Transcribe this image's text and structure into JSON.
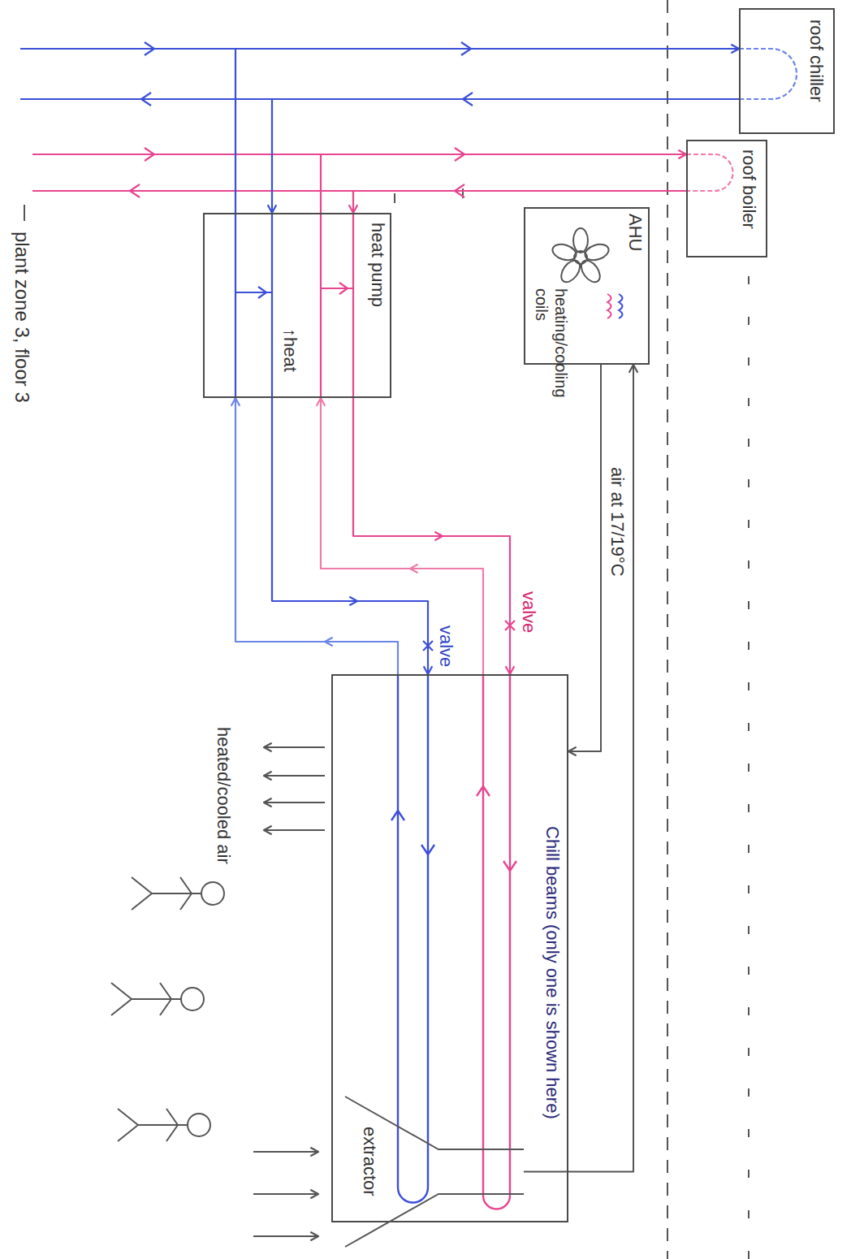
{
  "diagram": {
    "nodes": [
      {
        "text": [
          "roof chiller"
        ]
      },
      {
        "text": [
          "roof boiler"
        ]
      },
      {
        "text": [
          "AHU",
          "heating/cooling coils"
        ]
      },
      {
        "text": [
          "heat pump",
          "↑heat"
        ]
      },
      {
        "text": [
          "Chill beams (only one is shown here)"
        ]
      },
      {
        "text": [
          "extractor"
        ]
      }
    ],
    "edges": [
      {
        "from": 0,
        "to": 3,
        "arrow": "both"
      },
      {
        "from": 1,
        "to": 3,
        "arrow": "both"
      },
      {
        "from": 3,
        "to": 4,
        "label": "valve",
        "arrow": "both"
      },
      {
        "from": 3,
        "to": 4,
        "label": "valve",
        "arrow": "both"
      },
      {
        "from": 2,
        "to": 4,
        "label": "air at 17/19°C",
        "arrow": "to"
      },
      {
        "from": 5,
        "to": 2,
        "arrow": "to"
      }
    ],
    "labels": [
      "heated/cooled air",
      "plant zone 3, floor 3"
    ]
  }
}
